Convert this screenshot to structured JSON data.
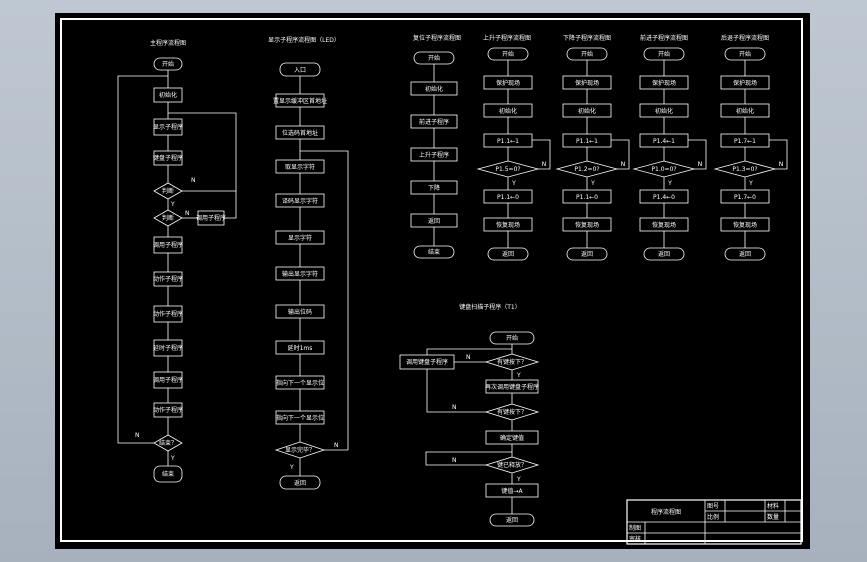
{
  "titles": {
    "main": "主程序流程图",
    "display": "显示子程序流程图（LED）",
    "reset": "复位子程序流程图",
    "up": "上升子程序流程图",
    "down": "下降子程序流程图",
    "forward": "前进子程序流程图",
    "backward": "后退子程序流程图",
    "interrupt": "键盘扫描子程序（T1）"
  },
  "main_flow": {
    "start": "开始",
    "init": "初始化",
    "disp": "显示子程序",
    "kbd": "键盘子程序",
    "d1": "判断",
    "d2": "判断",
    "side": "调用子程序",
    "p1": "调用子程序",
    "p2": "动作子程序",
    "p3": "动作子程序",
    "p4": "延时子程序",
    "p5": "调用子程序",
    "p6": "动作子程序",
    "d3": "结束？",
    "end": "结束",
    "n1": "N",
    "n2": "N",
    "y1": "Y",
    "n3": "N",
    "y2": "Y"
  },
  "display_flow": {
    "entry": "入口",
    "s1": "置显示缓冲区首地址",
    "s2": "位选码首地址",
    "s3": "取显示字符",
    "s4": "译码显示字符",
    "s5": "显示字符",
    "s6": "输出显示字符",
    "s7": "输出位码",
    "s8": "延时1ms",
    "s9": "指向下一个显示位",
    "s10": "指向下一个显示位",
    "dec": "显示完毕？",
    "no": "N",
    "yes": "Y",
    "ret": "返回"
  },
  "reset_flow": {
    "start": "开始",
    "init": "初始化",
    "s1": "前进子程序",
    "s2": "上升子程序",
    "s3": "下降",
    "s4": "返回",
    "end": "结束"
  },
  "up_flow": {
    "start": "开始",
    "p1": "保护现场",
    "p2": "初始化",
    "p3": "P1.1←1",
    "dec": "P1.5=0?",
    "p4": "P1.1←0",
    "p5": "恢复现场",
    "ret": "返回",
    "n": "N",
    "y": "Y"
  },
  "down_flow": {
    "start": "开始",
    "p1": "保护现场",
    "p2": "初始化",
    "p3": "P1.1←1",
    "dec": "P1.2=0?",
    "p4": "P1.1←0",
    "p5": "恢复现场",
    "ret": "返回",
    "n": "N",
    "y": "Y"
  },
  "forward_flow": {
    "start": "开始",
    "p1": "保护现场",
    "p2": "初始化",
    "p3": "P1.4←1",
    "dec": "P1.0=0?",
    "p4": "P1.4←0",
    "p5": "恢复现场",
    "ret": "返回",
    "n": "N",
    "y": "Y"
  },
  "backward_flow": {
    "start": "开始",
    "p1": "保护现场",
    "p2": "初始化",
    "p3": "P1.7←1",
    "dec": "P1.3=0?",
    "p4": "P1.7←0",
    "p5": "恢复现场",
    "ret": "返回",
    "n": "N",
    "y": "Y"
  },
  "interrupt_flow": {
    "start": "开始",
    "side": "调用键盘子程序",
    "d1": "有键按下？",
    "p1": "再次调用键盘子程序",
    "d2": "有键按下？",
    "p2": "确定键值",
    "d3": "键已释放？",
    "p3": "键值→A",
    "ret": "返回",
    "n1": "N",
    "y1": "Y",
    "n2": "N",
    "n3": "N",
    "y3": "Y"
  },
  "title_block": {
    "title": "程序流程图",
    "c1": "图号",
    "c2": "比例",
    "c3": "材料",
    "c4": "数量",
    "c5": "制图",
    "c6": "审核"
  },
  "colors": {
    "sheet": "#000000",
    "line": "#ffffff",
    "background": "#b4bec9"
  }
}
